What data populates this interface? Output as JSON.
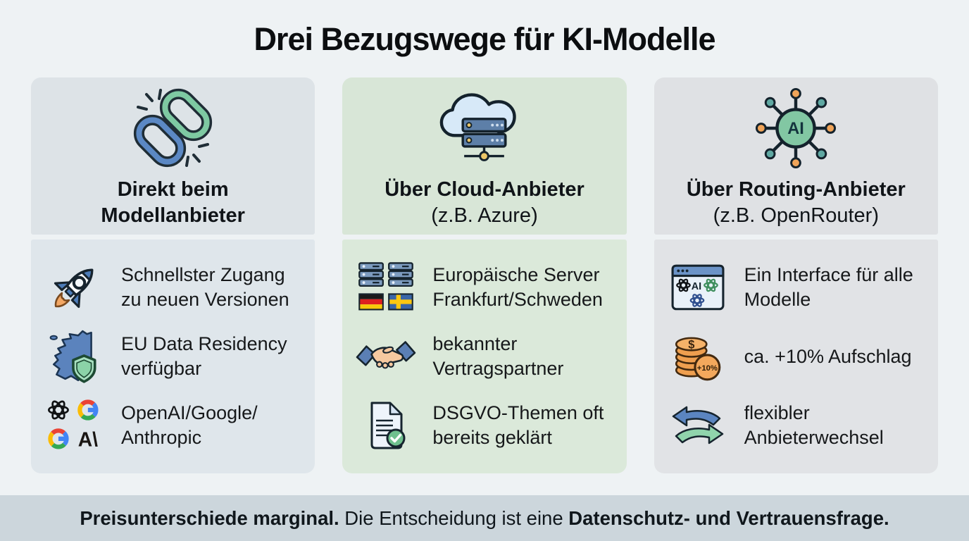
{
  "title": "Drei Bezugswege für KI-Modelle",
  "columns": [
    {
      "header": {
        "line1": "Direkt beim",
        "line2": "Modellanbieter",
        "icon": "chain-link-icon"
      },
      "items": [
        {
          "icon": "rocket-icon",
          "line1": "Schnellster Zugang",
          "line2": "zu neuen Versionen"
        },
        {
          "icon": "europe-map-shield-icon",
          "line1": "EU Data Residency",
          "line2": "verfügbar"
        },
        {
          "icon": "provider-logos-icon",
          "line1": "OpenAI/Google/",
          "line2": "Anthropic"
        }
      ]
    },
    {
      "header": {
        "line1": "Über Cloud-Anbieter",
        "line2": "(z.B. Azure)",
        "icon": "cloud-servers-icon"
      },
      "items": [
        {
          "icon": "server-racks-flags-icon",
          "line1": "Europäische Server",
          "line2": "Frankfurt/Schweden"
        },
        {
          "icon": "handshake-icon",
          "line1": "bekannter",
          "line2": "Vertragspartner"
        },
        {
          "icon": "document-check-icon",
          "line1": "DSGVO-Themen oft",
          "line2": "bereits geklärt"
        }
      ]
    },
    {
      "header": {
        "line1": "Über Routing-Anbieter",
        "line2": "(z.B. OpenRouter)",
        "icon": "ai-routing-hub-icon"
      },
      "items": [
        {
          "icon": "browser-ai-models-icon",
          "line1": "Ein Interface für alle",
          "line2": "Modelle"
        },
        {
          "icon": "coins-surcharge-icon",
          "line1": "ca. +10% Aufschlag",
          "line2": ""
        },
        {
          "icon": "swap-arrows-icon",
          "line1": "flexibler",
          "line2": "Anbieterwechsel"
        }
      ]
    }
  ],
  "footer": {
    "bold1": "Preisunterschiede marginal.",
    "mid": " Die Entscheidung ist eine ",
    "bold2": "Datenschutz- und Vertrauensfrage."
  },
  "icon_texts": {
    "ai_hub": "AI",
    "browser_ai": "AI",
    "coin_dollar": "$",
    "coin_badge": "+10%",
    "anthropic": "A\\"
  },
  "colors": {
    "page_bg": "#eef2f4",
    "card1_header_bg": "#dde3e7",
    "card1_body_bg": "#dfe6eb",
    "card2_header_bg": "#d8e6d7",
    "card2_body_bg": "#dbe9da",
    "card3_header_bg": "#dfe1e4",
    "card3_body_bg": "#e1e3e6",
    "banner_bg": "#ccd6dc",
    "accent_blue": "#5b85c0",
    "accent_green": "#7ec9a2",
    "accent_orange": "#f0a459",
    "accent_teal": "#5fa8a2",
    "text": "#15191c"
  }
}
